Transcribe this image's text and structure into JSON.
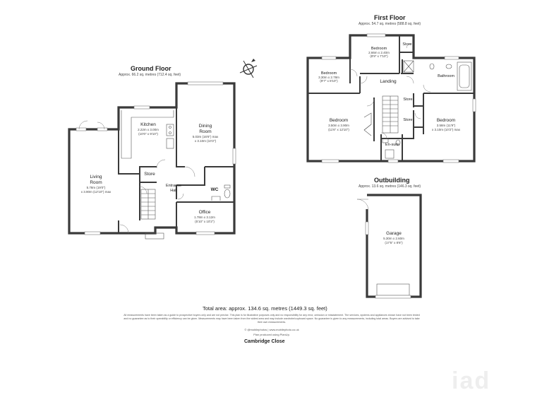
{
  "ground_floor": {
    "title": "Ground Floor",
    "area": "Approx. 66.2 sq. metres (712.4 sq. feet)",
    "rooms": {
      "living": {
        "name1": "Living",
        "name2": "Room",
        "dim1": "5.78m (19'0\")",
        "dim2": "x 3.90m (12'10\") max"
      },
      "kitchen": {
        "name": "Kitchen",
        "dim1": "2.22m x 3.00m",
        "dim2": "(10'0\" x 9'10\")"
      },
      "dining": {
        "name1": "Dining",
        "name2": "Room",
        "dim1": "5.03m (16'6\") max",
        "dim2": "x 3.10m (10'2\")"
      },
      "store": {
        "name": "Store"
      },
      "entrance": {
        "name1": "Entrance",
        "name2": "Hall"
      },
      "wc": {
        "name": "WC"
      },
      "office": {
        "name": "Office",
        "dim1": "1.78m x 3.12m",
        "dim2": "(5'10\" x 10'2\")"
      }
    }
  },
  "first_floor": {
    "title": "First Floor",
    "area": "Approx. 54.7 sq. metres (588.8 sq. feet)",
    "rooms": {
      "bedroom_top": {
        "name": "Bedroom",
        "dim1": "2.66m x 2.40m",
        "dim2": "(8'9\" x 7'10\")"
      },
      "store_top": {
        "name": "Store"
      },
      "bedroom_left": {
        "name": "Bedroom",
        "dim1": "3.30m x 2.78m",
        "dim2": "(9'7\" x 8'10\")"
      },
      "bathroom": {
        "name": "Bathroom"
      },
      "landing": {
        "name": "Landing"
      },
      "store_mid1": {
        "name": "Store"
      },
      "store_mid2": {
        "name": "Store"
      },
      "bedroom_main": {
        "name": "Bedroom",
        "dim1": "3.50m x 3.90m",
        "dim2": "(11'6\" x 12'10\")"
      },
      "bedroom_right": {
        "name": "Bedroom",
        "dim1": "3.58m (11'9\")",
        "dim2": "x 3.10m (10'2\") max"
      },
      "ensuite": {
        "name": "En-suite"
      }
    }
  },
  "outbuilding": {
    "title": "Outbuilding",
    "area": "Approx. 13.6 sq. metres (146.3 sq. feet)",
    "garage": {
      "name": "Garage",
      "dim1": "5.30m x 2.60m",
      "dim2": "(17'5\" x 8'6\")"
    }
  },
  "total_area": "Total area: approx. 134.6 sq. metres (1449.3 sq. feet)",
  "disclaimer": "All measurements have been taken as a guide to prospective buyers only and are not precise. This plan is for illustrative purposes only and no responsibility for any error, omission or misstatement. The services, systems and appliances shown have not been tested and no guarantee as to their operability or efficiency can be given. Measurements may have been taken from the widest area and may include wardrobe/cupboard space. No guarantee is given to any measurements, including total areas. Buyers are advised to take their own measurements.",
  "credit1": "© @mobilephotos | www.mobilephoto.co.uk",
  "credit2": "Plan produced using PlanUp.",
  "address": "Cambridge Close",
  "watermark": "iad"
}
